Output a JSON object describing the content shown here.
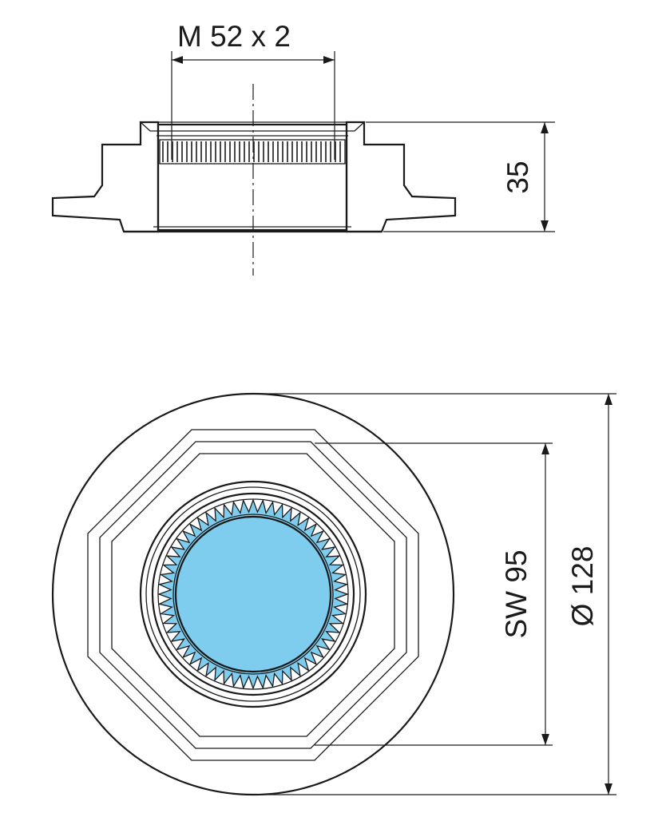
{
  "colors": {
    "part_fill": "#7fcdee",
    "line": "#1a1a1a",
    "background": "#ffffff"
  },
  "dimensions": {
    "thread": "M 52 x 2",
    "height": "35",
    "across_flats": "SW 95",
    "diameter": "Ø 128"
  }
}
